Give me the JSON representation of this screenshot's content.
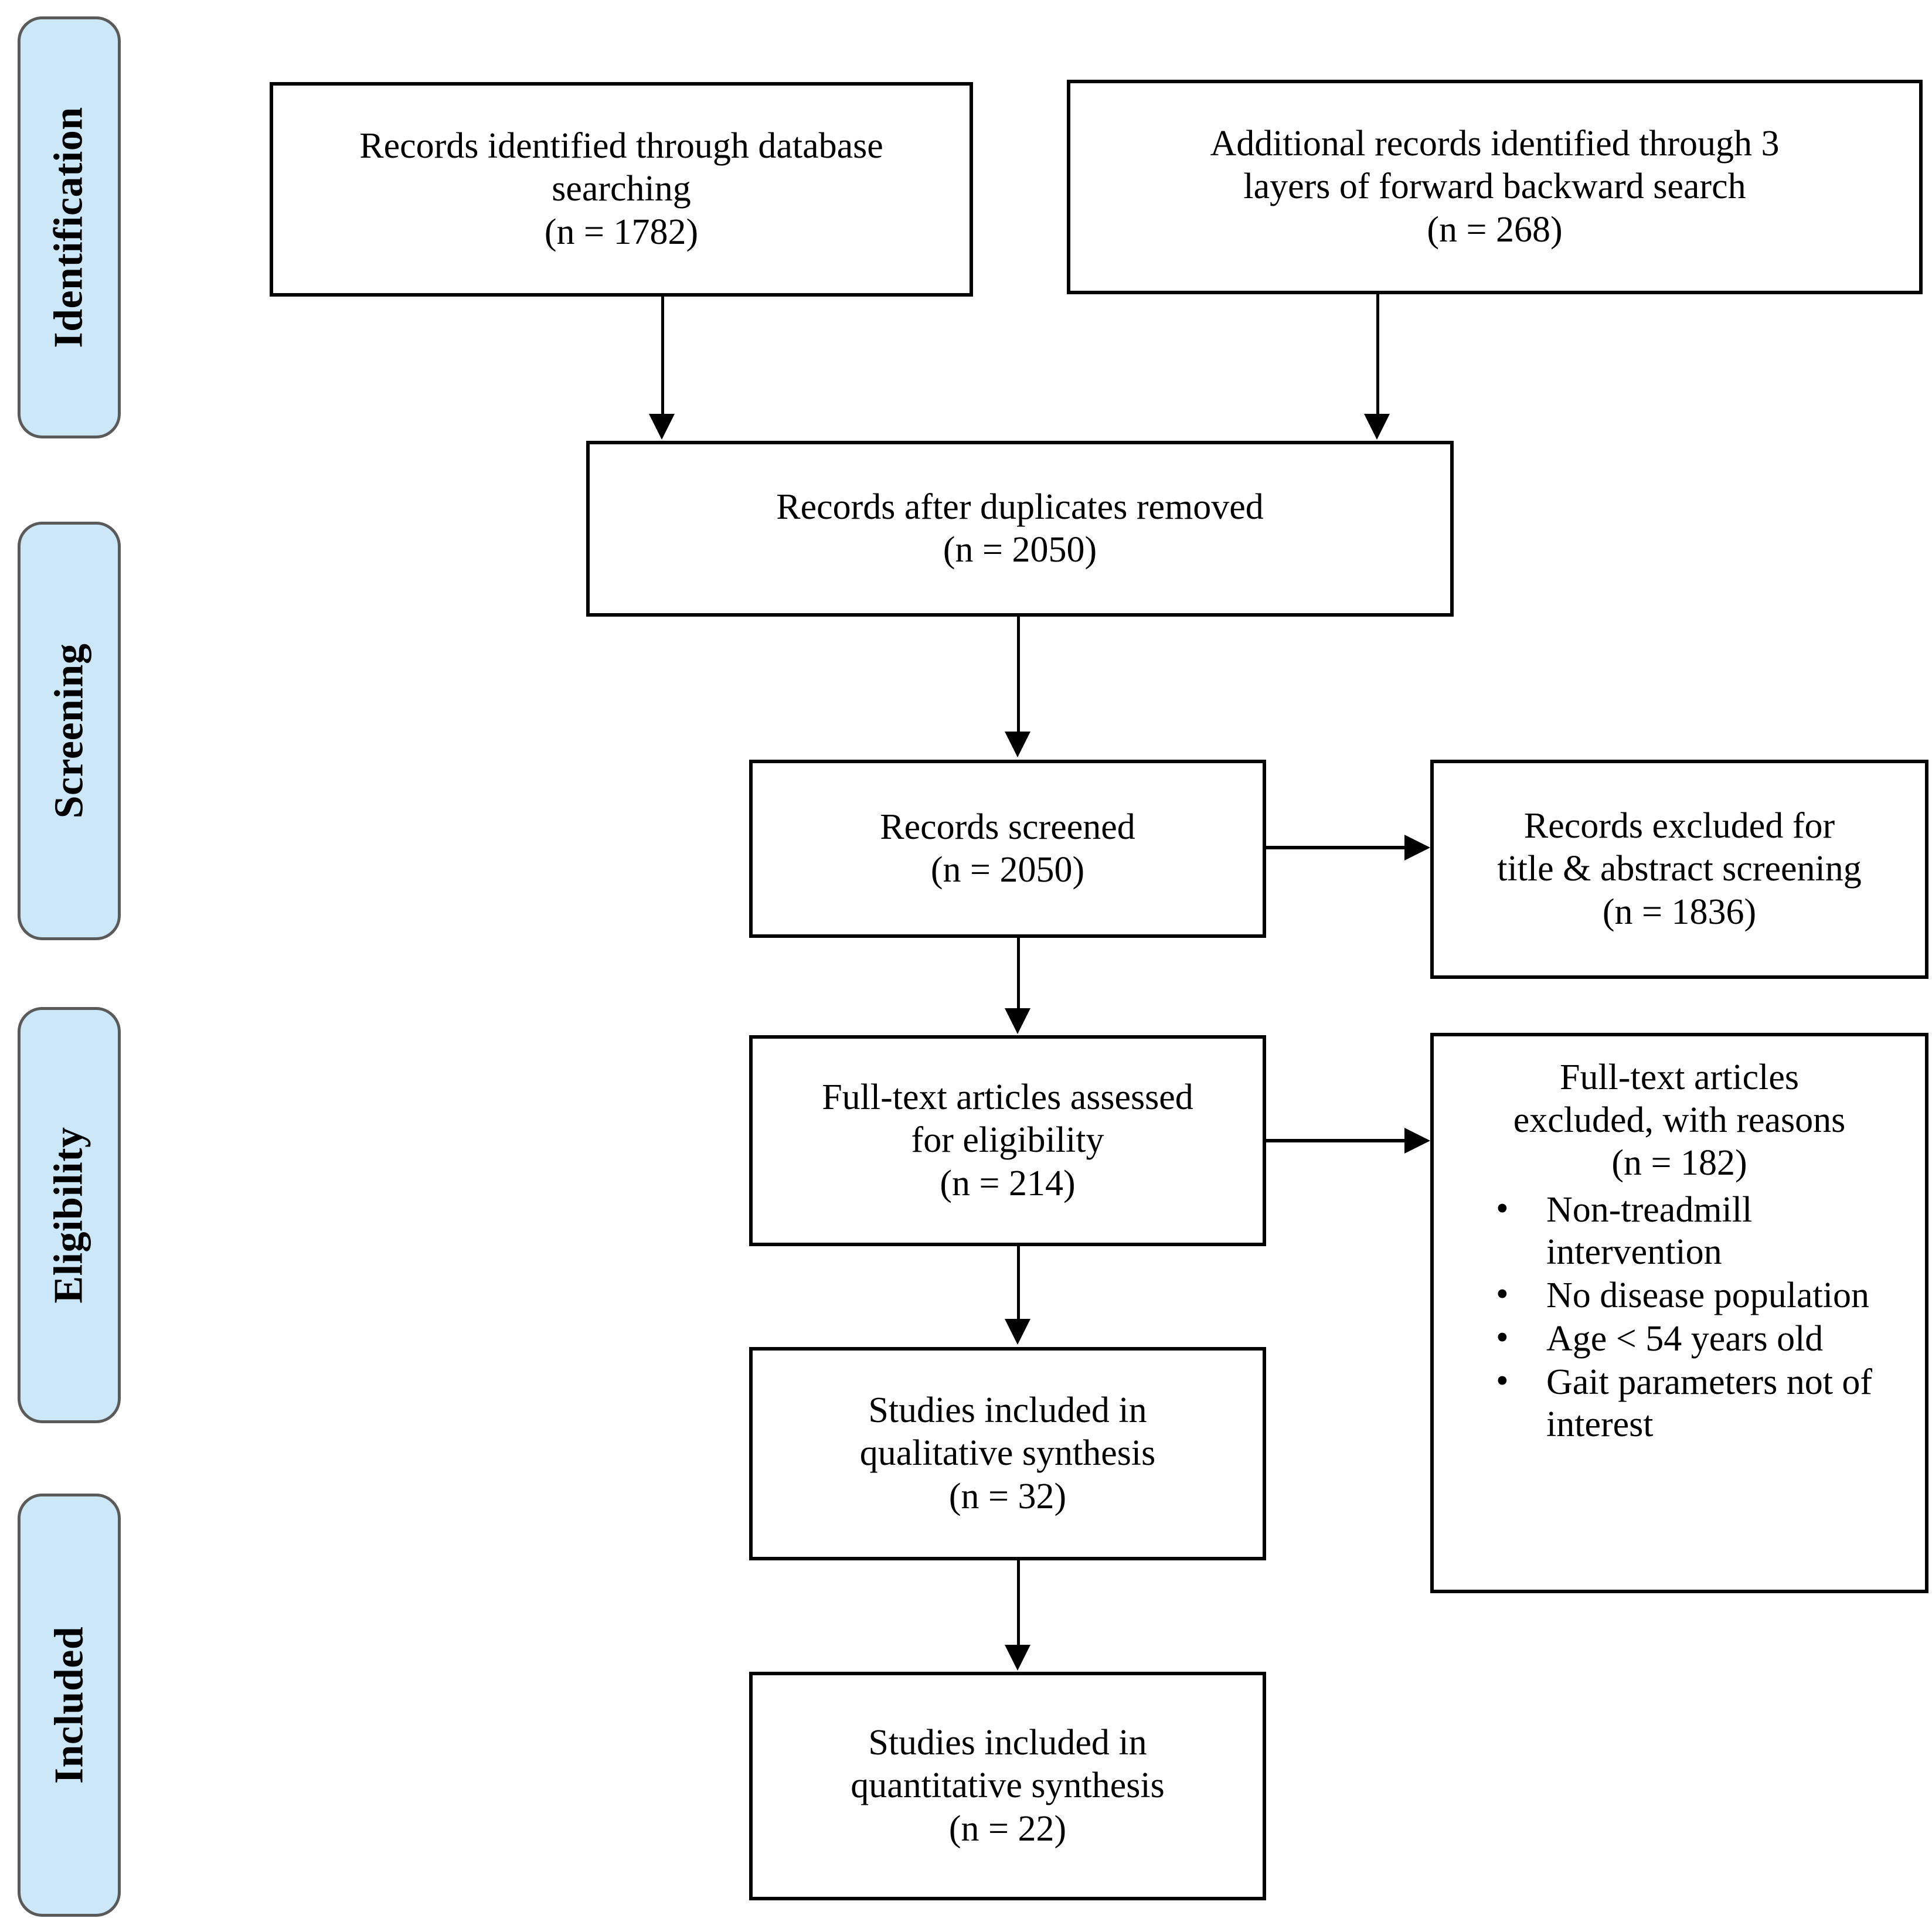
{
  "diagram": {
    "type": "prisma-flow-diagram",
    "stages": [
      {
        "id": "identification",
        "label": "Identification"
      },
      {
        "id": "screening",
        "label": "Screening"
      },
      {
        "id": "eligibility",
        "label": "Eligibility"
      },
      {
        "id": "included",
        "label": "Included"
      }
    ],
    "boxes": {
      "database_search": {
        "line1": "Records identified through database",
        "line2": "searching",
        "line3": "(n = 1782)",
        "n": 1782
      },
      "additional_records": {
        "line1": "Additional records identified through 3",
        "line2": "layers of forward backward search",
        "line3": "(n = 268)",
        "n": 268
      },
      "duplicates_removed": {
        "line1": "Records after duplicates removed",
        "line2": "(n = 2050)",
        "n": 2050
      },
      "records_screened": {
        "line1": "Records screened",
        "line2": "(n = 2050)",
        "n": 2050
      },
      "records_excluded": {
        "line1": "Records excluded for",
        "line2": "title & abstract screening",
        "line3": "(n = 1836)",
        "n": 1836
      },
      "fulltext_assessed": {
        "line1": "Full-text articles assessed",
        "line2": "for eligibility",
        "line3": "(n = 214)",
        "n": 214
      },
      "fulltext_excluded": {
        "heading1": "Full-text articles",
        "heading2": "excluded, with reasons",
        "heading3": "(n = 182)",
        "n": 182,
        "reasons": [
          "Non-treadmill intervention",
          "No disease population",
          "Age < 54 years old",
          "Gait parameters not of interest"
        ]
      },
      "qualitative_synthesis": {
        "line1": "Studies included in",
        "line2": "qualitative synthesis",
        "line3": "(n = 32)",
        "n": 32
      },
      "quantitative_synthesis": {
        "line1": "Studies included in",
        "line2": "quantitative synthesis",
        "line3": "(n = 22)",
        "n": 22
      }
    },
    "colors": {
      "stage_fill": "#cbe7f8",
      "stage_border": "#5a5a5a",
      "box_border": "#000000",
      "background": "#ffffff",
      "text": "#000000"
    }
  }
}
